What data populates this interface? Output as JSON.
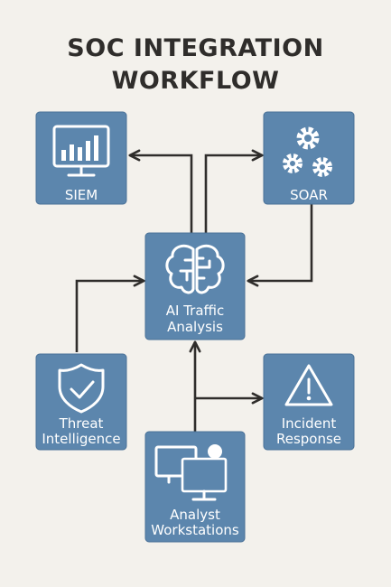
{
  "title": {
    "line1": "SOC INTEGRATION",
    "line2": "WORKFLOW"
  },
  "nodes": {
    "siem": {
      "label1": "SIEM",
      "icon": "monitor-bar-chart-icon"
    },
    "soar": {
      "label1": "SOAR",
      "icon": "gears-icon"
    },
    "ai": {
      "label1": "AI Traffic",
      "label2": "Analysis",
      "icon": "brain-icon"
    },
    "threat": {
      "label1": "Threat",
      "label2": "Intelligence",
      "icon": "shield-check-icon"
    },
    "incident": {
      "label1": "Incident",
      "label2": "Response",
      "icon": "warning-triangle-icon"
    },
    "analyst": {
      "label1": "Analyst",
      "label2": "Workstations",
      "icon": "workstations-user-icon"
    }
  },
  "colors": {
    "node_fill": "#5c86ad",
    "arrow": "#2f2d2b",
    "background": "#f3f1ec",
    "title": "#2f2d2b"
  }
}
